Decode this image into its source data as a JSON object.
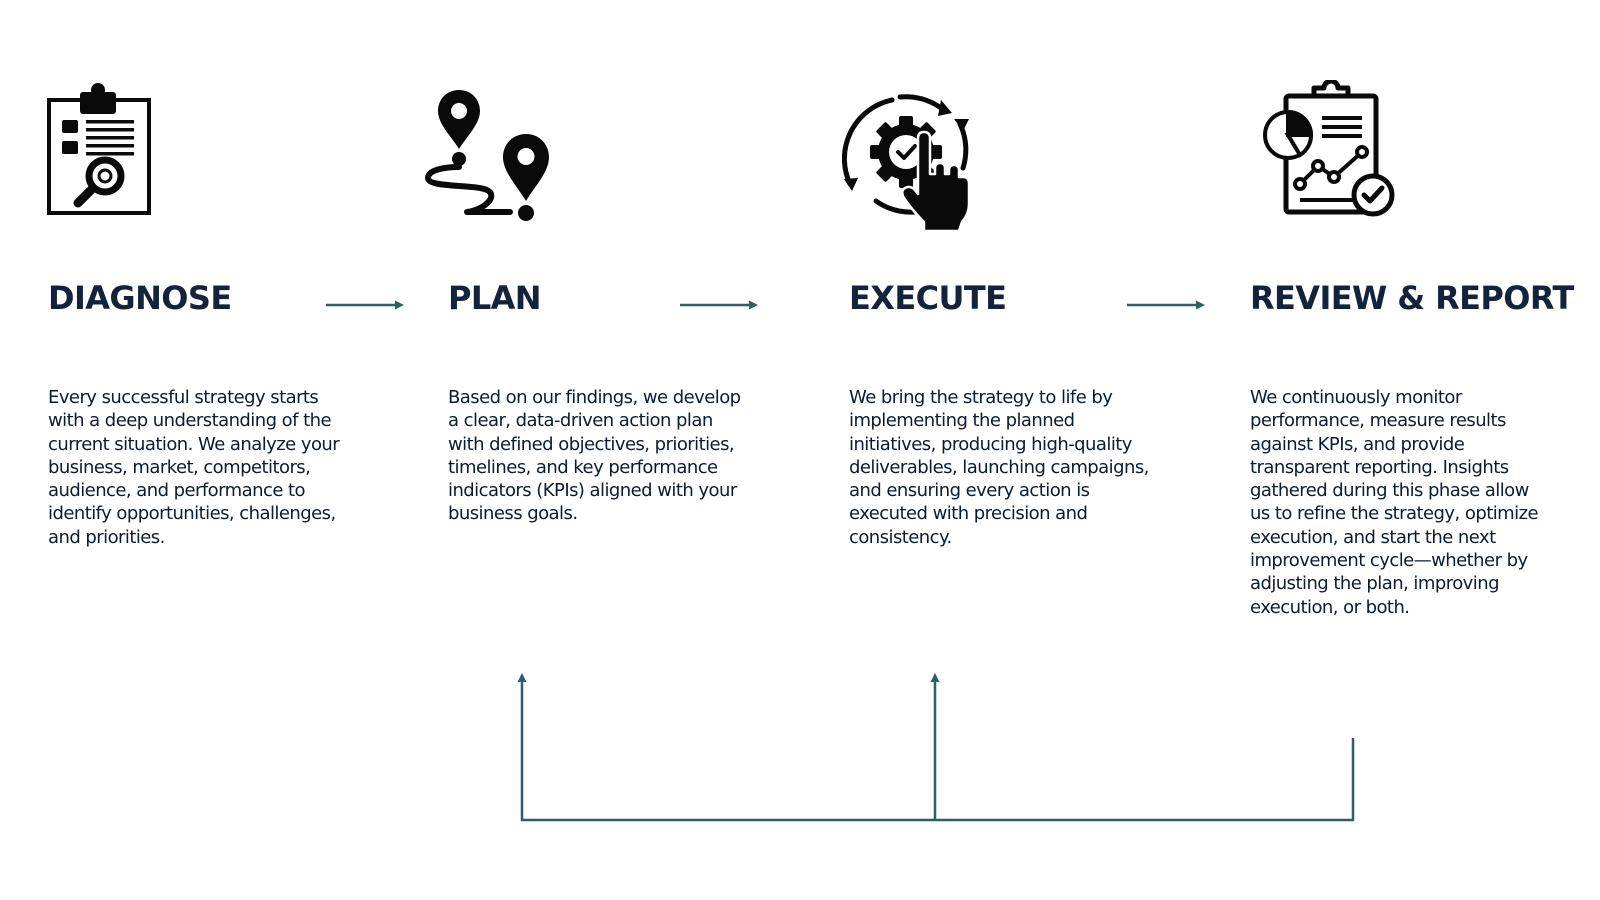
{
  "colors": {
    "heading": "#13233b",
    "body_text": "#0d1b2e",
    "icon": "#0a0a0a",
    "connector": "#2f5f5f",
    "background": "#ffffff"
  },
  "stages": [
    {
      "icon": "clipboard-magnifier-icon",
      "title": "DIAGNOSE",
      "description": "Every successful strategy starts with a deep understanding of the current situation. We analyze your business, market, competitors, audience, and performance to identify opportunities, challenges, and priorities."
    },
    {
      "icon": "map-route-pins-icon",
      "title": "PLAN",
      "description": "Based on our findings, we develop a clear, data-driven action plan with defined objectives, priorities, timelines, and key performance indicators (KPIs) aligned with your business goals."
    },
    {
      "icon": "gear-hand-cycle-icon",
      "title": "EXECUTE",
      "description": "We bring the strategy to life by implementing the planned initiatives, producing high-quality deliverables, launching campaigns, and ensuring every action is executed with precision and consistency."
    },
    {
      "icon": "clipboard-chart-check-icon",
      "title": "REVIEW & REPORT",
      "description": "We continuously monitor performance, measure results against KPIs, and provide transparent reporting. Insights gathered during this phase allow us to refine the strategy, optimize execution, and start the next improvement cycle—whether by adjusting the plan, improving execution, or both."
    }
  ],
  "flow": {
    "forward_arrows": [
      {
        "from": "DIAGNOSE",
        "to": "PLAN"
      },
      {
        "from": "PLAN",
        "to": "EXECUTE"
      },
      {
        "from": "EXECUTE",
        "to": "REVIEW & REPORT"
      }
    ],
    "feedback_loop": {
      "from": "REVIEW & REPORT",
      "to": [
        "PLAN",
        "EXECUTE"
      ]
    }
  }
}
